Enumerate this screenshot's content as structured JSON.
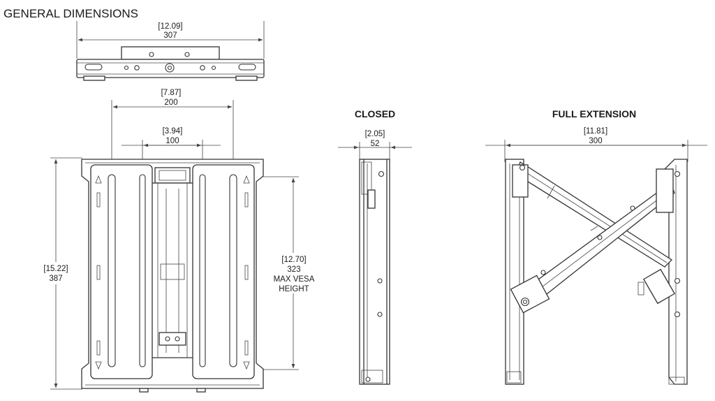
{
  "title": "GENERAL DIMENSIONS",
  "top_view": {
    "width_in": "[12.09]",
    "width_mm": "307"
  },
  "front_view": {
    "outer_width_in": "[7.87]",
    "outer_width_mm": "200",
    "inner_width_in": "[3.94]",
    "inner_width_mm": "100",
    "height_in": "[15.22]",
    "height_mm": "387",
    "vesa_in": "[12.70]",
    "vesa_mm": "323",
    "vesa_label_1": "MAX VESA",
    "vesa_label_2": "HEIGHT"
  },
  "closed_view": {
    "heading": "CLOSED",
    "depth_in": "[2.05]",
    "depth_mm": "52"
  },
  "extension_view": {
    "heading": "FULL EXTENSION",
    "depth_in": "[11.81]",
    "depth_mm": "300"
  }
}
